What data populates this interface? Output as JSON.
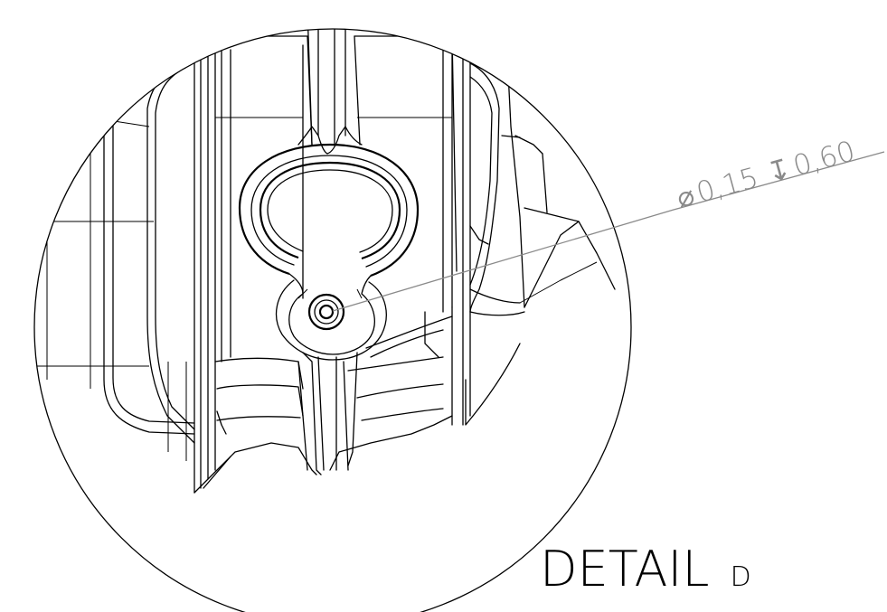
{
  "detail": {
    "title": "DETAIL",
    "letter": "D"
  },
  "callout": {
    "diameter_symbol": "⌀",
    "diameter_value": "0,15",
    "depth_symbol": "↧",
    "depth_value": "0,60"
  },
  "colors": {
    "line": "#000000",
    "annotation": "#8a8a8a",
    "background": "#ffffff"
  }
}
